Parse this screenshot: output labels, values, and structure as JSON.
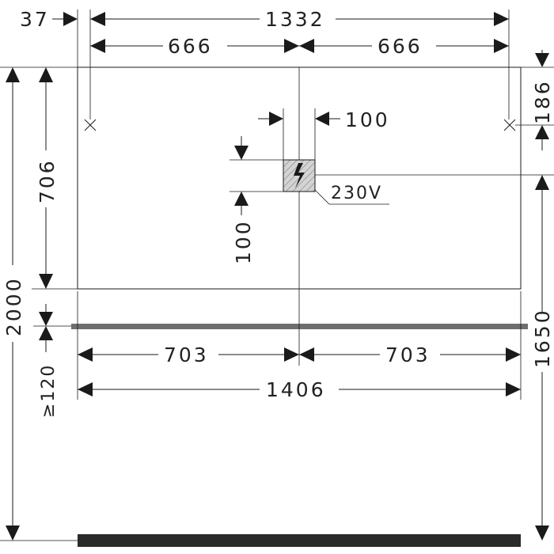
{
  "drawing": {
    "dims": {
      "d37": "37",
      "d1332": "1332",
      "d666_left": "666",
      "d666_right": "666",
      "d186": "186",
      "d100_h": "100",
      "d100_v": "100",
      "d706": "706",
      "d2000": "2000",
      "d120": "≥120",
      "d703_left": "703",
      "d703_right": "703",
      "d1406": "1406",
      "d1650": "1650"
    },
    "labels": {
      "voltage": "230V"
    },
    "icons": {
      "outlet": "lightning-bolt-icon",
      "mount_point": "cross-mark-icon"
    },
    "colors": {
      "line": "#1a1a1a",
      "shelf": "#6e6e6e",
      "floor": "#2a2a2a",
      "outlet_fill": "#d4d4d4"
    }
  }
}
